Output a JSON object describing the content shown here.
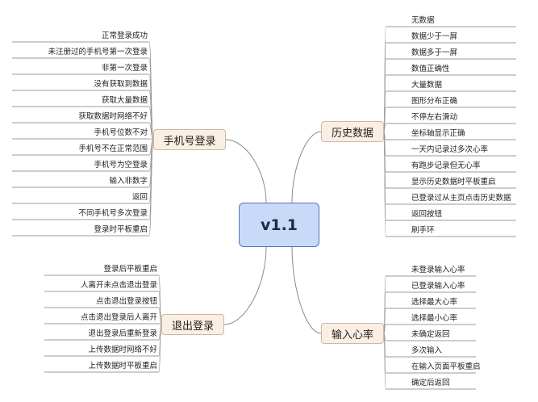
{
  "root": {
    "label": "v1.1"
  },
  "branches": [
    {
      "id": "phone-login",
      "label": "手机号登录",
      "side": "left",
      "items": [
        "正常登录成功",
        "未注册过的手机号第一次登录",
        "非第一次登录",
        "没有获取到数据",
        "获取大量数据",
        "获取数据时网络不好",
        "手机号位数不对",
        "手机号不在正常范围",
        "手机号为空登录",
        "输入非数字",
        "返回",
        "不同手机号多次登录",
        "登录时平板重启"
      ]
    },
    {
      "id": "history-data",
      "label": "历史数据",
      "side": "right",
      "items": [
        "无数据",
        "数据少于一屏",
        "数据多于一屏",
        "数值正确性",
        "大量数据",
        "图形分布正确",
        "不停左右滑动",
        "坐标轴显示正确",
        "一天内记录过多次心率",
        "有跑步记录但无心率",
        "显示历史数据时平板重启",
        "已登录过从主页点击历史数据",
        "返回按钮",
        "刷手环"
      ]
    },
    {
      "id": "logout",
      "label": "退出登录",
      "side": "left",
      "items": [
        "登录后平板重启",
        "人离开未点击退出登录",
        "点击退出登录按钮",
        "点击退出登录后人离开",
        "退出登录后重新登录",
        "上传数据时网络不好",
        "上传数据时平板重启"
      ]
    },
    {
      "id": "heart-rate-input",
      "label": "输入心率",
      "side": "right",
      "items": [
        "未登录输入心率",
        "已登录输入心率",
        "选择最大心率",
        "选择最小心率",
        "未确定返回",
        "多次输入",
        "在输入页面平板重启",
        "确定后返回"
      ]
    }
  ]
}
